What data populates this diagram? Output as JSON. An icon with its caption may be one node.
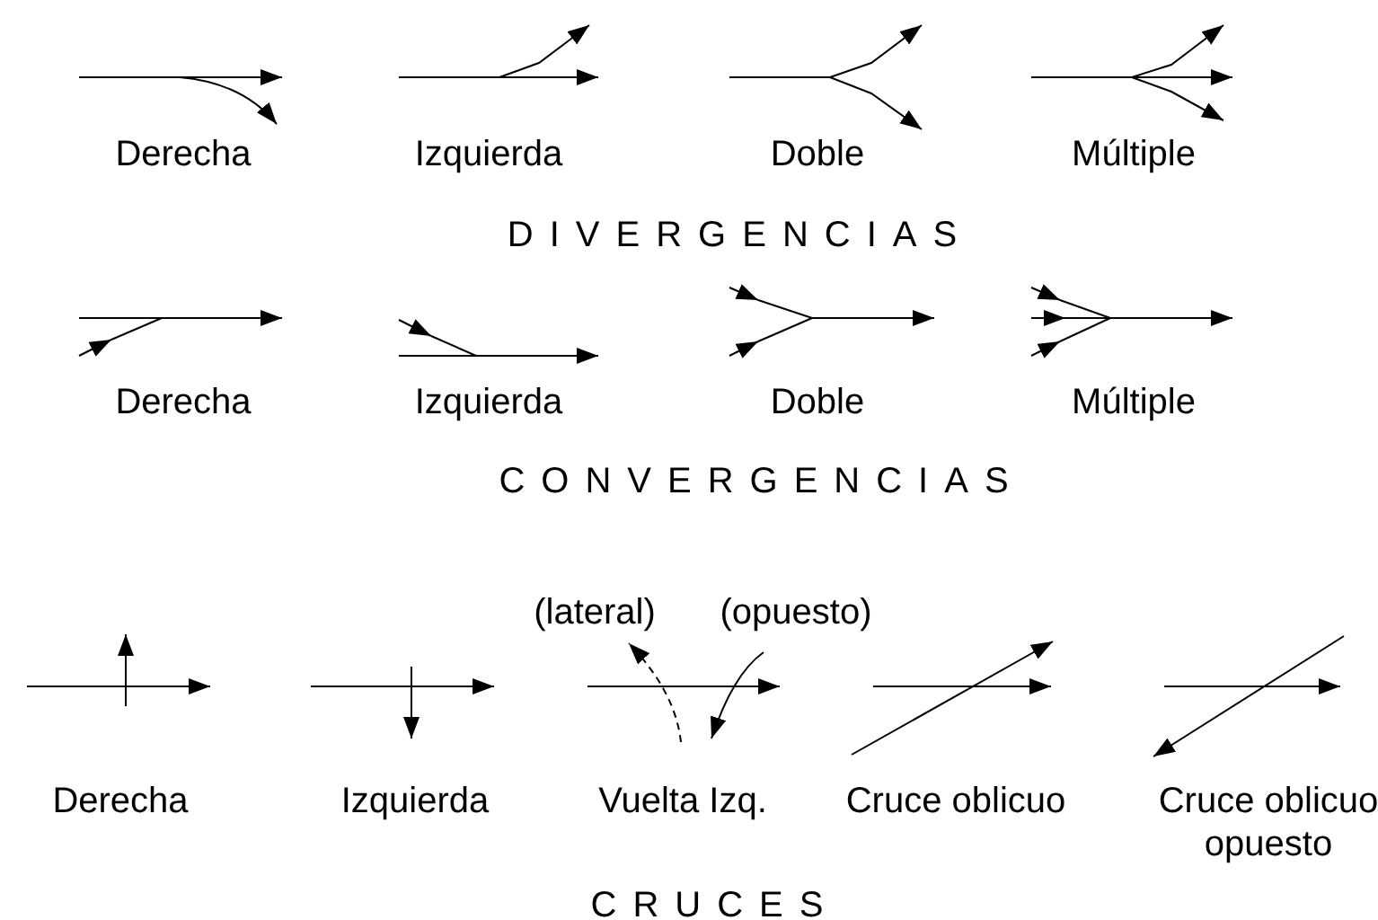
{
  "diagram": {
    "labels": [
      "Derecha",
      "Izquierda",
      "Doble",
      "Múltiple",
      "DIVERGENCIAS",
      "Derecha",
      "Izquierda",
      "Doble",
      "Múltiple",
      "CONVERGENCIAS",
      "(lateral)",
      "(opuesto)",
      "Derecha",
      "Izquierda",
      "Vuelta Izq.",
      "Cruce oblicuo",
      "Cruce oblicuo opuesto",
      "CRUCES"
    ]
  }
}
